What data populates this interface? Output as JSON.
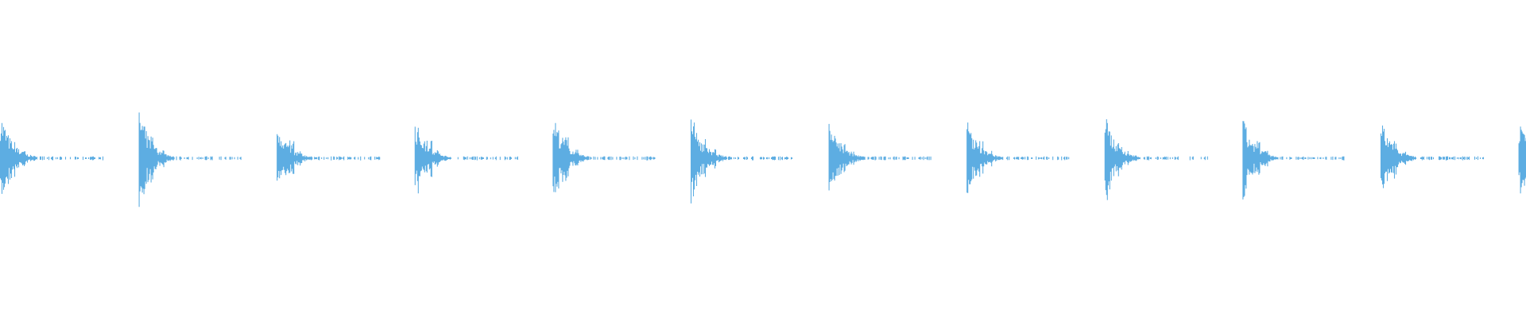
{
  "waveform": {
    "color": "#5DADE2",
    "background": "#FFFFFF",
    "burst_count": 12,
    "burst_peak_amplitudes": [
      0.31,
      0.33,
      0.25,
      0.26,
      0.31,
      0.3,
      0.25,
      0.26,
      0.29,
      0.26,
      0.25,
      0.25
    ]
  }
}
